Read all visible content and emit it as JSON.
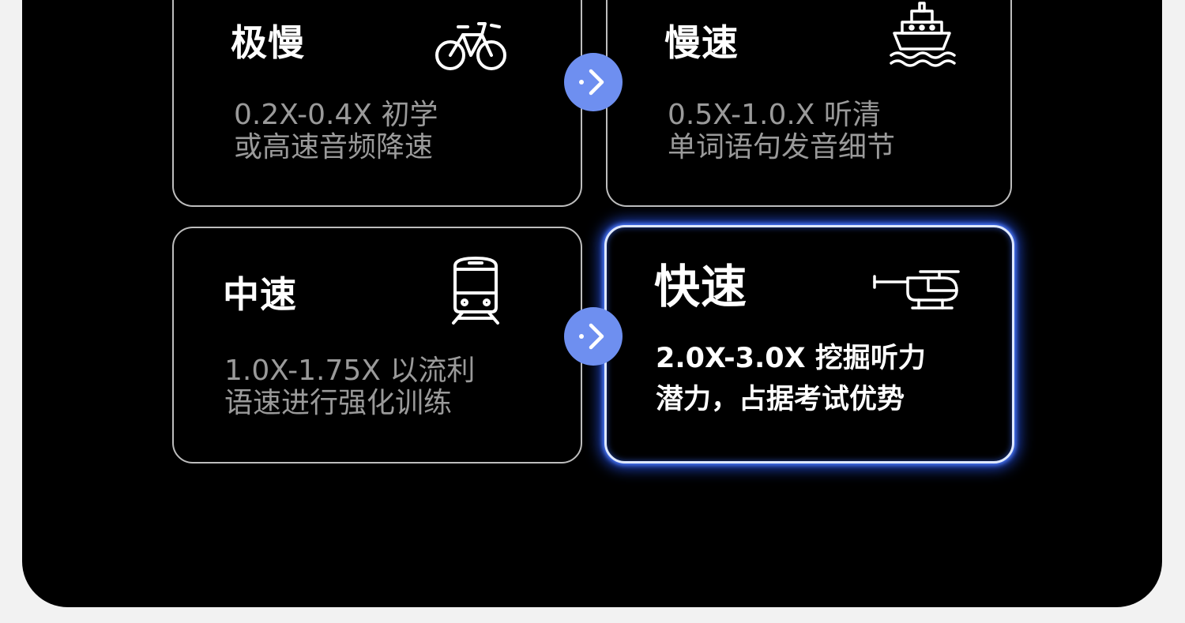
{
  "cards": [
    {
      "title": "极慢",
      "desc_line1": "0.2X-0.4X  初学",
      "desc_line2": "或高速音频降速",
      "icon": "bicycle-icon"
    },
    {
      "title": "慢速",
      "desc_line1": "0.5X-1.0.X  听清",
      "desc_line2": "单词语句发音细节",
      "icon": "ship-icon"
    },
    {
      "title": "中速",
      "desc_line1": "1.0X-1.75X  以流利",
      "desc_line2": "语速进行强化训练",
      "icon": "train-icon"
    },
    {
      "title": "快速",
      "desc_line1": "2.0X-3.0X  挖掘听力",
      "desc_line2": "潜力，占据考试优势",
      "icon": "helicopter-icon"
    }
  ],
  "colors": {
    "background": "#000000",
    "accent": "#6e8ff0",
    "glow": "#4f7dff",
    "muted_text": "#9a9a9a"
  },
  "selected_card": "快速"
}
